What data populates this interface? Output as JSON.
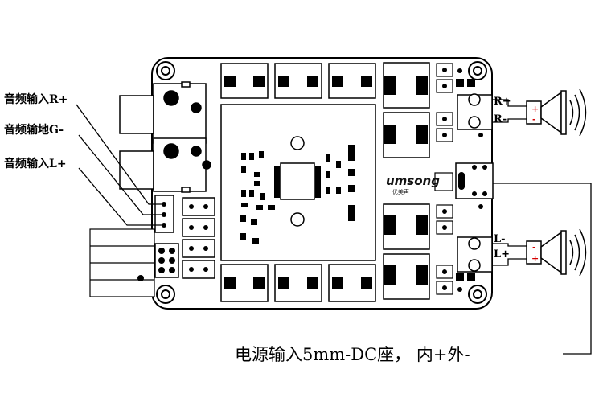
{
  "labels": {
    "audio_r": "音频输入R+",
    "audio_g": "音频输地G-",
    "audio_l": "音频输入L+",
    "speaker_r_plus": "R+",
    "speaker_r_minus": "R-",
    "speaker_l_minus": "L-",
    "speaker_l_plus": "L+",
    "power": "电源输入5mm-DC座， 内+外-"
  },
  "brand": {
    "name": "umsong",
    "sub": "优美声"
  },
  "speaker_polarity": {
    "plus": "+",
    "minus": "-"
  }
}
